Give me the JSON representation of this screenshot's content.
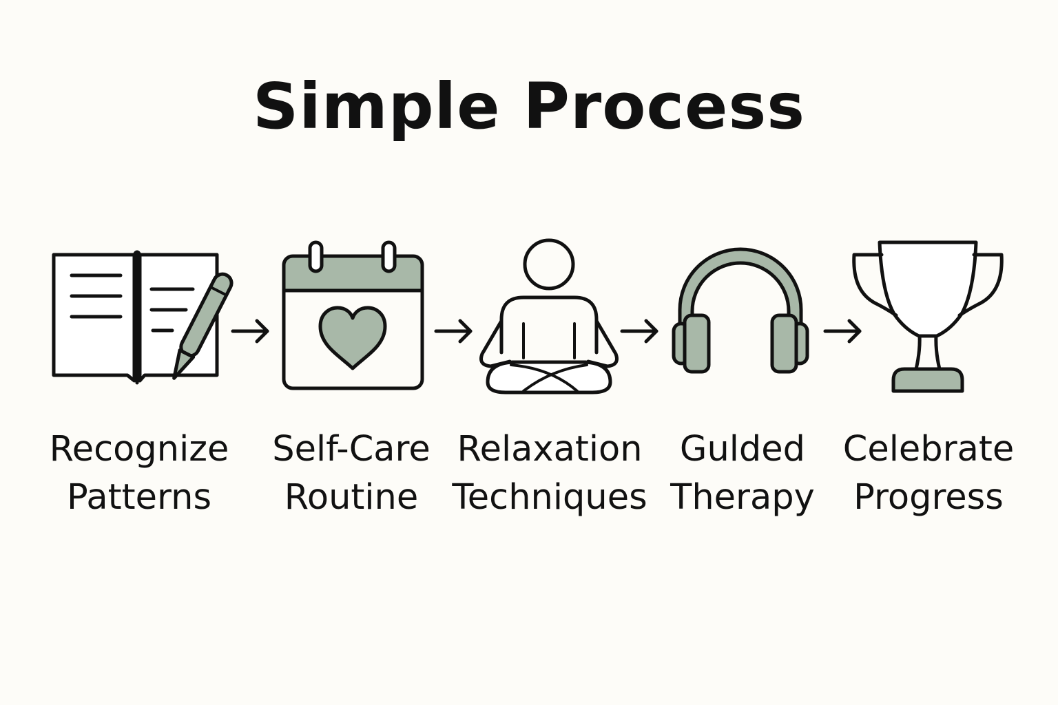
{
  "title": "Simple Process",
  "colors": {
    "background": "#fdfcf8",
    "stroke": "#111111",
    "accent_fill": "#a8b8a8"
  },
  "steps": [
    {
      "icon": "open-journal-with-pen-icon",
      "line1": "Recognize",
      "line2": "Patterns"
    },
    {
      "icon": "calendar-heart-icon",
      "line1": "Self-Care",
      "line2": "Routine"
    },
    {
      "icon": "meditation-person-icon",
      "line1": "Relaxation",
      "line2": "Techniques"
    },
    {
      "icon": "headphones-icon",
      "line1": "Gulded",
      "line2": "Therapy"
    },
    {
      "icon": "trophy-icon",
      "line1": "Celebrate",
      "line2": "Progress"
    }
  ]
}
